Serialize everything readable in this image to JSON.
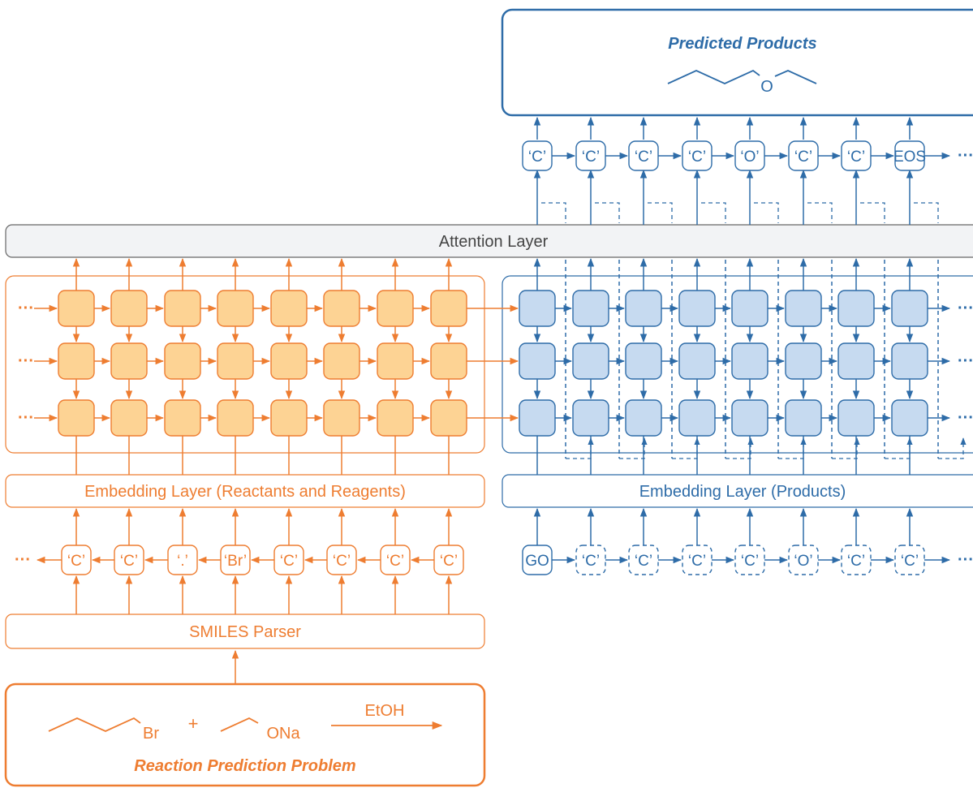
{
  "colors": {
    "orange": "#ee7d31",
    "orange_fill": "#fdd394",
    "blue": "#2e6ca8",
    "blue_fill": "#c6daf0",
    "attention_fill": "#f2f3f5",
    "attention_stroke": "#666666"
  },
  "predicted": {
    "title": "Predicted Products",
    "atom_o": "O"
  },
  "attention": {
    "label": "Attention Layer"
  },
  "encoder": {
    "embedding_label": "Embedding Layer (Reactants and Reagents)",
    "parser_label": "SMILES Parser",
    "tokens": [
      "‘C’",
      "‘C’",
      "‘.’",
      "‘Br’",
      "‘C’",
      "‘C’",
      "‘C’",
      "‘C’"
    ],
    "ellipsis": "···"
  },
  "decoder": {
    "embedding_label": "Embedding Layer (Products)",
    "input_tokens": [
      "GO",
      "‘C’",
      "‘C’",
      "‘C’",
      "‘C’",
      "‘O’",
      "‘C’",
      "‘C’"
    ],
    "output_tokens": [
      "‘C’",
      "‘C’",
      "‘C’",
      "‘C’",
      "‘O’",
      "‘C’",
      "‘C’",
      "EOS"
    ],
    "ellipsis": "···"
  },
  "reaction": {
    "title": "Reaction Prediction Problem",
    "reactant1_atom": "Br",
    "plus": "+",
    "reactant2_atom": "ONa",
    "reagent": "EtOH"
  }
}
